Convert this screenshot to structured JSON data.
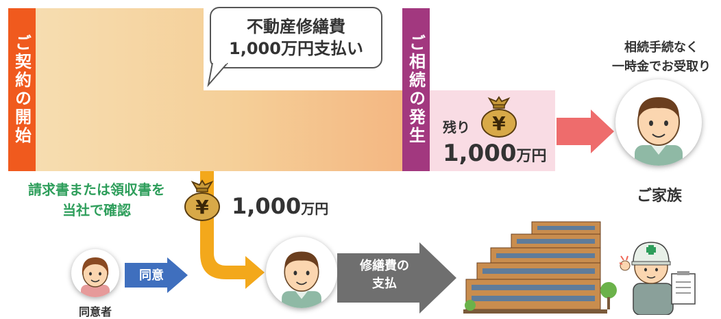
{
  "labels": {
    "contract_start": "ご契約の開始",
    "inheritance_occurs": "ご相続の発生"
  },
  "bubble": {
    "line1": "不動産修繕費",
    "line2": "1,000万円支払い"
  },
  "remaining": {
    "label": "残り",
    "amount": "1,000",
    "unit": "万円"
  },
  "family": {
    "note_line1": "相続手続なく",
    "note_line2": "一時金でお受取り",
    "label": "ご家族"
  },
  "confirm": {
    "line1": "請求書または領収書を",
    "line2": "当社で確認"
  },
  "payout": {
    "amount": "1,000",
    "unit": "万円"
  },
  "consent": {
    "arrow_label": "同意",
    "person_label": "同意者"
  },
  "repair": {
    "line1": "修繕費の",
    "line2": "支払"
  },
  "icons": {
    "money_bag_symbol": "¥"
  },
  "colors": {
    "contract_orange": "#f05a1e",
    "inheritance_purple": "#a2387f",
    "pink_zone": "#f9dce4",
    "green": "#2e9e5b",
    "blue_arrow": "#3f6fbe",
    "gray_arrow": "#6f6f6f",
    "yellow_arrow": "#f3a81b",
    "red_arrow": "#ee6c6c"
  }
}
